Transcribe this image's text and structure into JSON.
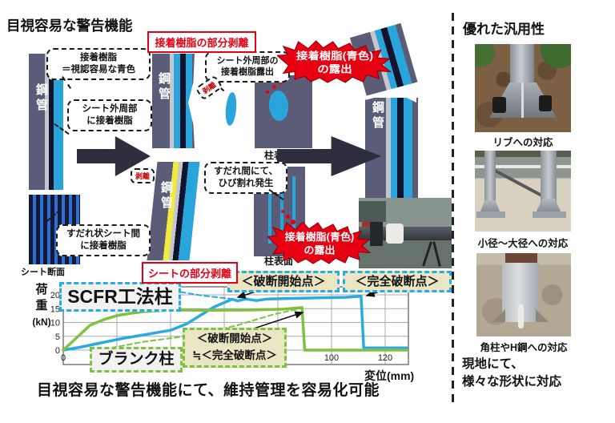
{
  "page": {
    "title": "目視容易な警告機能",
    "tagline": "目視容易な警告機能にて、維持管理を容易化可能"
  },
  "labels": {
    "adhesive_partial_peel": "接着樹脂の部分剥離",
    "sheet_partial_peel": "シートの部分剥離",
    "steel_pipe": "鋼管",
    "sheet_section": "シート断面",
    "column_surface": "柱表面",
    "peel": "剥離"
  },
  "bubbles": {
    "adhesive_blue": {
      "line1": "接着樹脂",
      "line2": "＝視認容易な青色"
    },
    "outer_adhesive": {
      "line1": "シート外周部",
      "line2": "に接着樹脂"
    },
    "outer_exposure": {
      "line1": "シート外周部の",
      "line2": "接着樹脂露出"
    },
    "crack": {
      "line1": "すだれ間にて、",
      "line2": "ひび割れ発生"
    },
    "between_sheets": {
      "line1": "すだれ状シート間",
      "line2": "に接着樹脂"
    }
  },
  "cloud": {
    "line1": "接着樹脂(青色)",
    "line2": "の露出"
  },
  "chart_labels": {
    "scfr": "SCFR工法柱",
    "blank": "ブランク柱",
    "break_start": "＜破断開始点＞",
    "full_break": "＜完全破断点＞",
    "approx_line1": "＜破断開始点＞",
    "approx_line2": "≒＜完全破断点＞",
    "y1": "荷",
    "y2": "重",
    "y3": "(kN)",
    "xlabel": "変位(mm)"
  },
  "chart_data": {
    "type": "line",
    "xlabel": "変位(mm)",
    "ylabel": "荷重(kN)",
    "xlim": [
      0,
      128
    ],
    "ylim": [
      0,
      23
    ],
    "yticks": [
      0,
      5,
      10,
      15,
      20
    ],
    "xgrid_every": 20,
    "xtick_labels": [
      {
        "value": 0,
        "label": "0"
      },
      {
        "value": 100,
        "label": "100"
      },
      {
        "value": 120,
        "label": "120"
      }
    ],
    "series": [
      {
        "name": "SCFR工法柱",
        "color": "#29abe2",
        "style": "solid",
        "width": 3.5,
        "points": [
          [
            0,
            0
          ],
          [
            6,
            1
          ],
          [
            14,
            2.6
          ],
          [
            22,
            4.2
          ],
          [
            30,
            5.5
          ],
          [
            40,
            7.2
          ],
          [
            46,
            9.5
          ],
          [
            51,
            12.5
          ],
          [
            56,
            15.5
          ],
          [
            60,
            17.2
          ],
          [
            63,
            18.4
          ],
          [
            65,
            17.8
          ],
          [
            68,
            18.5
          ],
          [
            72,
            17.9
          ],
          [
            76,
            18.5
          ],
          [
            85,
            18.7
          ],
          [
            95,
            18.9
          ],
          [
            105,
            19.1
          ],
          [
            111,
            19.5
          ],
          [
            112,
            0.8
          ],
          [
            128,
            0.8
          ]
        ]
      },
      {
        "name": "ブランク柱",
        "color": "#7fc241",
        "style": "solid",
        "width": 3.5,
        "points": [
          [
            0,
            0
          ],
          [
            5,
            4.5
          ],
          [
            10,
            9
          ],
          [
            15,
            11
          ],
          [
            20,
            12.5
          ],
          [
            25,
            13.3
          ],
          [
            30,
            13.9
          ],
          [
            40,
            14.5
          ],
          [
            55,
            14.4
          ],
          [
            70,
            14.5
          ],
          [
            82,
            14.8
          ],
          [
            89,
            15.4
          ],
          [
            90,
            0
          ],
          [
            128,
            0
          ]
        ]
      },
      {
        "name": "SCFR破断想定(破線)",
        "color": "#29abe2",
        "style": "dashed",
        "width": 2,
        "points": [
          [
            32,
            23
          ],
          [
            42,
            21.3
          ],
          [
            52,
            19.7
          ],
          [
            63,
            18.5
          ]
        ]
      },
      {
        "name": "ブランク破断想定(破線)",
        "color": "#7fc241",
        "style": "dashed",
        "width": 2,
        "points": [
          [
            15,
            0.3
          ],
          [
            30,
            3
          ],
          [
            50,
            5.6
          ],
          [
            65,
            9
          ],
          [
            78,
            12.8
          ],
          [
            89,
            15.2
          ]
        ]
      }
    ]
  },
  "sidebar": {
    "title": "優れた汎用性",
    "photos": [
      {
        "caption": "リブへの対応"
      },
      {
        "caption": "小径～大径への対応"
      },
      {
        "caption": "角柱やH鋼への対応"
      }
    ],
    "footer1": "現地にて、",
    "footer2": "様々な形状に対応"
  },
  "colors": {
    "red": "#e60012",
    "cyan": "#2aa5dc",
    "slate": "#5b5c78",
    "navy": "#10142e",
    "yellow": "#f2ea3d",
    "chart_blue": "#29abe2",
    "chart_green": "#7fc241",
    "beige": "#eae5c3"
  }
}
